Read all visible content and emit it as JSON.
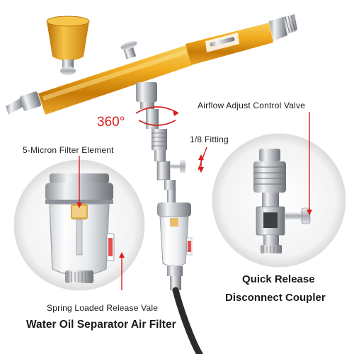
{
  "labels": {
    "rotation": "360°",
    "filter_element": "5-Micron Filter Element",
    "airflow_valve": "Airflow Adjust Control Valve",
    "fitting": "1/8 Fitting",
    "quick_release_line1": "Quick Release",
    "quick_release_line2": "Disconnect Coupler",
    "spring_valve": "Spring Loaded Release Vale",
    "product_name": "Water Oil Separator Air Filter"
  },
  "colors": {
    "airbrush_gold": "#e39b14",
    "accent_red": "#d72020",
    "chrome": "#c9ccd0",
    "hose": "#2b2b2b",
    "zoom_circle": "#d9d9d9"
  }
}
